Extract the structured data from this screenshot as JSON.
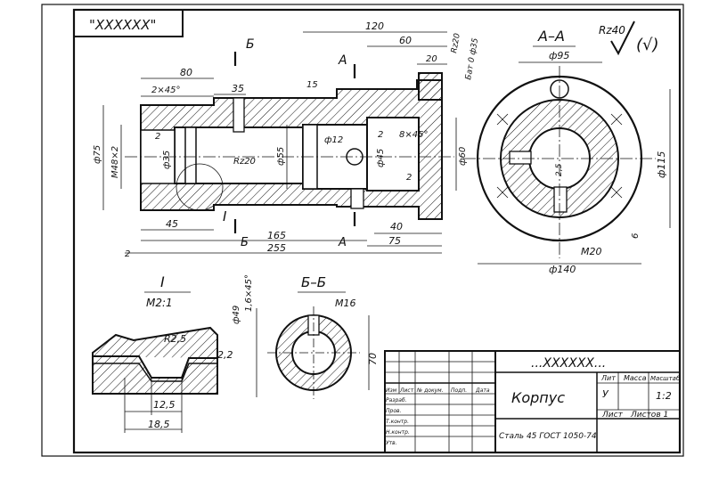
{
  "frame_label": "\"XXXXXX\"",
  "roughness_symbol": "Rz40",
  "roughness_paren": "(√)",
  "main_view": {
    "section_labels": {
      "b_top": "Б",
      "b_bottom": "Б",
      "a_top": "А",
      "a_bottom": "А",
      "detail": "I"
    },
    "dimensions": {
      "d120": "120",
      "d60": "60",
      "d20": "20",
      "d80": "80",
      "d35": "35",
      "d15": "15",
      "d2x45": "2×45°",
      "dRz20_top": "Rz20",
      "dBat": "Бат 0 ф35",
      "dPhi75": "ф75",
      "dM48": "M48×2",
      "dPhi35": "ф35",
      "dRz20": "Rz20",
      "dPhi55": "ф55",
      "dPhi12": "ф12",
      "dPhi45": "ф45",
      "d8x45": "8×45°",
      "dPhi60": "ф60",
      "d2a": "2",
      "d2b": "2",
      "d2c": "2",
      "d45": "45",
      "d165": "165",
      "d40": "40",
      "d75": "75",
      "d255": "255",
      "d2left": "2"
    }
  },
  "section_aa": {
    "title": "А–А",
    "dims": {
      "phi95": "ф95",
      "phi115": "ф115",
      "phi140": "ф140",
      "m20": "M20",
      "d6": "6",
      "d25": "2,5"
    }
  },
  "detail_i": {
    "title": "I",
    "scale": "M2:1",
    "dims": {
      "r25": "R2,5",
      "d22": "2,2",
      "d125": "12,5",
      "d185": "18,5"
    }
  },
  "section_bb": {
    "title": "Б–Б",
    "dims": {
      "m16": "M16",
      "phi49": "ф49",
      "chamfer": "1,6×45°",
      "d70": "70"
    }
  },
  "title_block": {
    "top_code": "...XXXXXX...",
    "part_name": "Корпус",
    "material": "Сталь 45 ГОСТ 1050-74",
    "scale": "1:2",
    "lit": "У",
    "headers": {
      "lit": "Лит",
      "mass": "Масса",
      "scale": "Масштаб",
      "sheet": "Лист",
      "sheets": "Листов 1"
    },
    "row_labels": [
      "Изм",
      "Лист",
      "№ докум.",
      "Подп.",
      "Дата"
    ],
    "left_labels": [
      "Разраб.",
      "Пров.",
      "Т.контр.",
      "Н.контр.",
      "Утв."
    ]
  }
}
